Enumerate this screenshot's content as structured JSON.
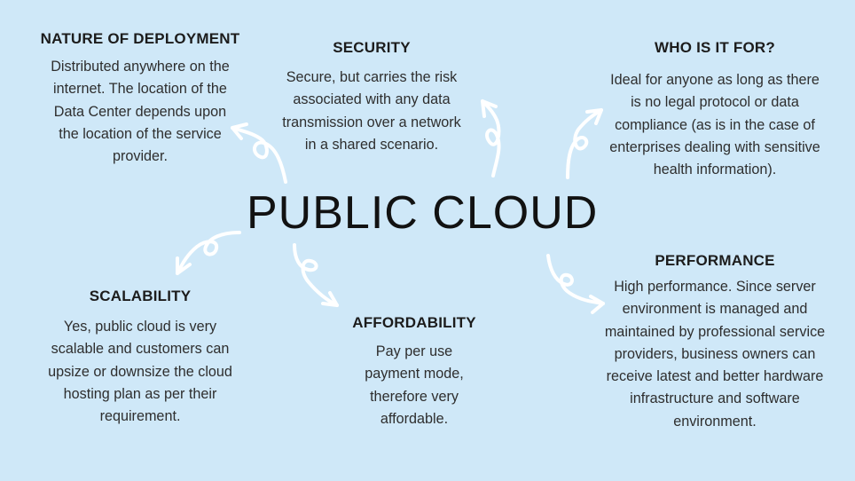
{
  "diagram": {
    "center_title": "PUBLIC CLOUD",
    "nodes": [
      {
        "id": "deployment",
        "heading": "NATURE OF DEPLOYMENT",
        "body": "Distributed anywhere on the internet. The location of the Data Center depends upon the location of the service provider."
      },
      {
        "id": "security",
        "heading": "SECURITY",
        "body": "Secure, but carries the risk associated with any data transmission over a network in a shared scenario."
      },
      {
        "id": "who",
        "heading": "WHO IS IT FOR?",
        "body": "Ideal for anyone as long as there is no legal protocol or data compliance (as is in the case of enterprises dealing with sensitive health information)."
      },
      {
        "id": "performance",
        "heading": "PERFORMANCE",
        "body": "High performance. Since server environment is managed and maintained by professional service providers, business owners can receive latest and better hardware infrastructure and software environment."
      },
      {
        "id": "affordability",
        "heading": "AFFORDABILITY",
        "body": "Pay per use payment mode, therefore very affordable."
      },
      {
        "id": "scalability",
        "heading": "SCALABILITY",
        "body": "Yes, public cloud is very scalable and customers can upsize or downsize the cloud hosting plan as per their requirement."
      }
    ],
    "colors": {
      "background": "#cfe8f8",
      "arrow": "#ffffff",
      "text": "#1c1c1c"
    }
  }
}
